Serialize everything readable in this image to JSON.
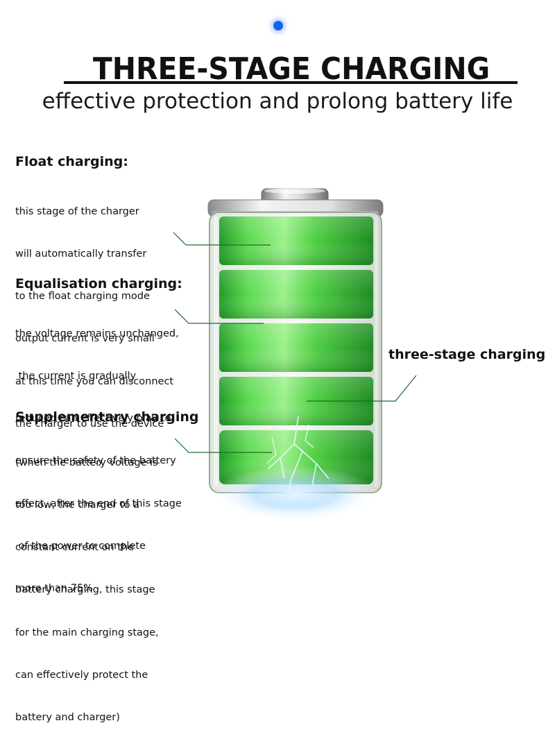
{
  "header": {
    "title": "THREE-STAGE CHARGING",
    "subtitle": "effective protection and prolong battery life"
  },
  "sections": [
    {
      "title": "Float charging:",
      "lines": [
        "this stage of the charger",
        "will automatically transfer",
        "to the float charging mode",
        "output current is very small",
        "at this time you can disconnect",
        "the charger to use the device"
      ]
    },
    {
      "title": "Equalisation charging:",
      "lines": [
        "the voltage remains unchanged,",
        " the current is gradually",
        "reduced can effectively play to",
        "ensure the safety of the battery",
        "effect, after the end of this stage",
        " of the power to complete",
        "more than 75%"
      ]
    },
    {
      "title": "Supplementary charging",
      "lines": [
        "(when the battery voltage is",
        "too low, the charger to a",
        "constant current on the",
        "battery charging, this stage",
        "for the main charging stage,",
        "can effectively protect the",
        "battery and charger)"
      ]
    }
  ],
  "right_label": "three-stage charging",
  "colors": {
    "battery_green": "#33c23a",
    "battery_green_light": "#7de26f",
    "battery_green_dark": "#1e8a22",
    "accent_dot": "#1565e8",
    "leader_line": "#1d6b2a"
  },
  "icons": [
    "status-dot-icon",
    "battery-icon"
  ]
}
